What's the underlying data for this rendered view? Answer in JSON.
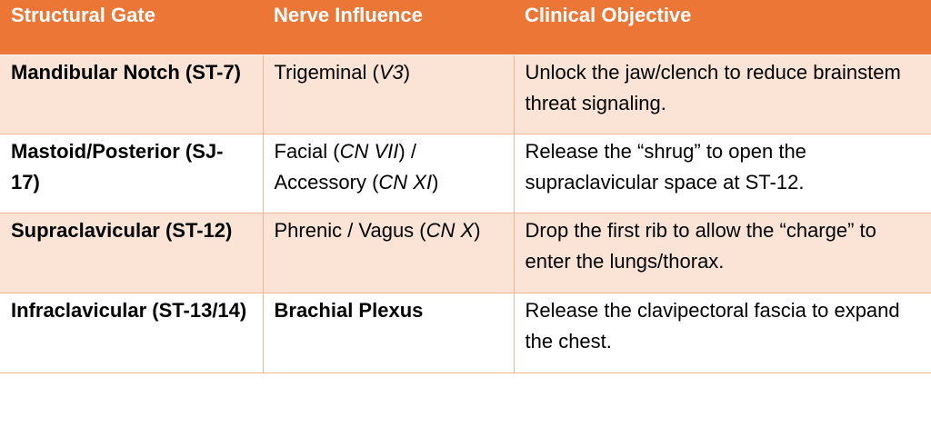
{
  "headers": [
    "Structural Gate",
    "Nerve Influence",
    "Clinical Objective"
  ],
  "rows": [
    {
      "gate": "Mandibular Notch (ST-7)",
      "nerve_pre": "Trigeminal (",
      "nerve_it": "V3",
      "nerve_post": ")",
      "objective": "Unlock the jaw/clench to reduce brainstem threat signaling."
    },
    {
      "gate": "Mastoid/Posterior (SJ-17)",
      "nerve_a_pre": "Facial (",
      "nerve_a_it": "CN VII",
      "nerve_a_post": ") / ",
      "nerve_b_pre": "Accessory (",
      "nerve_b_it": "CN XI",
      "nerve_b_post": ")",
      "objective": "Release the “shrug” to open the supraclavicular space at ST-12."
    },
    {
      "gate": "Supraclavicular (ST-12)",
      "nerve_pre": "Phrenic / Vagus (",
      "nerve_it": "CN X",
      "nerve_post": ")",
      "objective": "Drop the first rib to allow the “charge” to enter the lungs/thorax."
    },
    {
      "gate": "Infraclavicular (ST-13/14)",
      "nerve": "Brachial Plexus",
      "objective": "Release the clavipectoral fascia to expand the chest."
    }
  ]
}
